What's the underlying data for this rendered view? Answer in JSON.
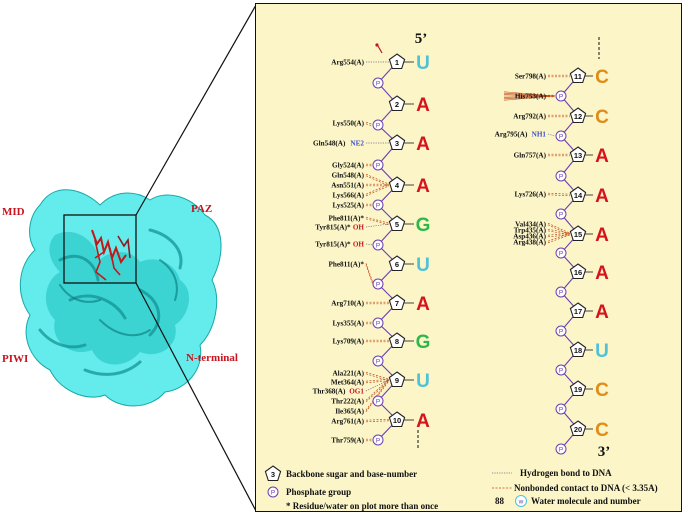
{
  "domains": {
    "mid": "MID",
    "paz": "PAZ",
    "piwi": "PIWI",
    "nterm": "N-terminal"
  },
  "colors": {
    "A": "#d6121d",
    "G": "#2fb84a",
    "U": "#4fc2d8",
    "C": "#e08c18",
    "phosphate": "#6b3fb0",
    "hbond": "#6a6a8a",
    "nonbond": "#c44a1a",
    "protein": "#28e3e3",
    "dna_stick": "#c0191b"
  },
  "left_strand": {
    "end_label": "5’",
    "nucleotides": [
      {
        "num": "1",
        "base": "U"
      },
      {
        "num": "2",
        "base": "A"
      },
      {
        "num": "3",
        "base": "A"
      },
      {
        "num": "4",
        "base": "A"
      },
      {
        "num": "5",
        "base": "G"
      },
      {
        "num": "6",
        "base": "U"
      },
      {
        "num": "7",
        "base": "A"
      },
      {
        "num": "8",
        "base": "G"
      },
      {
        "num": "9",
        "base": "U"
      },
      {
        "num": "10",
        "base": "A"
      }
    ],
    "residues": [
      {
        "label": "Arg554(A)",
        "atom": "",
        "atom_color": "",
        "contact": "hbond"
      },
      {
        "label": "Lys550(A)",
        "atom": "",
        "atom_color": "",
        "contact": "nonbond"
      },
      {
        "label": "Gln548(A)",
        "atom": "NE2",
        "atom_color": "blue",
        "contact": "hbond"
      },
      {
        "label": "Gly524(A)",
        "atom": "",
        "atom_color": "",
        "contact": "nonbond"
      },
      {
        "label": "Gln548(A)",
        "atom": "",
        "atom_color": "",
        "contact": "nonbond"
      },
      {
        "label": "Asn551(A)",
        "atom": "",
        "atom_color": "",
        "contact": "nonbond"
      },
      {
        "label": "Lys566(A)",
        "atom": "",
        "atom_color": "",
        "contact": "nonbond"
      },
      {
        "label": "Lys525(A)",
        "atom": "",
        "atom_color": "",
        "contact": "nonbond"
      },
      {
        "label": "Phe811(A)*",
        "atom": "",
        "atom_color": "",
        "contact": "nonbond"
      },
      {
        "label": "Tyr815(A)*",
        "atom": "OH",
        "atom_color": "red",
        "contact": "hbond"
      },
      {
        "label": "Tyr815(A)*",
        "atom": "OH",
        "atom_color": "red",
        "contact": "hbond"
      },
      {
        "label": "Phe811(A)*",
        "atom": "",
        "atom_color": "",
        "contact": "nonbond"
      },
      {
        "label": "Arg710(A)",
        "atom": "",
        "atom_color": "",
        "contact": "nonbond"
      },
      {
        "label": "Lys355(A)",
        "atom": "",
        "atom_color": "",
        "contact": "nonbond"
      },
      {
        "label": "Lys709(A)",
        "atom": "",
        "atom_color": "",
        "contact": "nonbond"
      },
      {
        "label": "Ala221(A)",
        "atom": "",
        "atom_color": "",
        "contact": "nonbond"
      },
      {
        "label": "Met364(A)",
        "atom": "",
        "atom_color": "",
        "contact": "nonbond"
      },
      {
        "label": "Thr368(A)",
        "atom": "OG1",
        "atom_color": "red",
        "contact": "hbond"
      },
      {
        "label": "Thr222(A)",
        "atom": "",
        "atom_color": "",
        "contact": "nonbond"
      },
      {
        "label": "Ile365(A)",
        "atom": "",
        "atom_color": "",
        "contact": "nonbond"
      },
      {
        "label": "Arg761(A)",
        "atom": "",
        "atom_color": "",
        "contact": "nonbond"
      },
      {
        "label": "Thr759(A)",
        "atom": "",
        "atom_color": "",
        "contact": "nonbond"
      }
    ]
  },
  "right_strand": {
    "end_label": "3’",
    "nucleotides": [
      {
        "num": "11",
        "base": "C"
      },
      {
        "num": "12",
        "base": "C"
      },
      {
        "num": "13",
        "base": "A"
      },
      {
        "num": "14",
        "base": "A"
      },
      {
        "num": "15",
        "base": "A"
      },
      {
        "num": "16",
        "base": "A"
      },
      {
        "num": "17",
        "base": "A"
      },
      {
        "num": "18",
        "base": "U"
      },
      {
        "num": "19",
        "base": "C"
      },
      {
        "num": "20",
        "base": "C"
      }
    ],
    "residues": [
      {
        "label": "Ser798(A)",
        "atom": "",
        "atom_color": "",
        "contact": "nonbond"
      },
      {
        "label": "His753(A)",
        "atom": "",
        "atom_color": "",
        "contact": "nonbond"
      },
      {
        "label": "Arg792(A)",
        "atom": "",
        "atom_color": "",
        "contact": "nonbond"
      },
      {
        "label": "Arg795(A)",
        "atom": "NH1",
        "atom_color": "blue",
        "contact": "hbond"
      },
      {
        "label": "Gln757(A)",
        "atom": "",
        "atom_color": "",
        "contact": "nonbond"
      },
      {
        "label": "Lys726(A)",
        "atom": "",
        "atom_color": "",
        "contact": "nonbond"
      },
      {
        "label": "Val434(A)",
        "atom": "",
        "atom_color": "",
        "contact": "nonbond"
      },
      {
        "label": "Trp435(A)",
        "atom": "",
        "atom_color": "",
        "contact": "nonbond"
      },
      {
        "label": "Asp436(A)",
        "atom": "",
        "atom_color": "",
        "contact": "nonbond"
      },
      {
        "label": "Arg438(A)",
        "atom": "",
        "atom_color": "",
        "contact": "nonbond"
      }
    ]
  },
  "phosphate_letter": "P",
  "legend": {
    "backbone_num": "3",
    "backbone_text": "Backbone sugar and base-number",
    "phosphate_text": "Phosphate group",
    "star_text": "* Residue/water on plot more than once",
    "hbond_text": "Hydrogen bond to DNA",
    "nonbond_text": "Nonbonded contact to DNA (< 3.35A)",
    "water_num": "88",
    "water_letter": "w",
    "water_text": "Water molecule and number"
  }
}
